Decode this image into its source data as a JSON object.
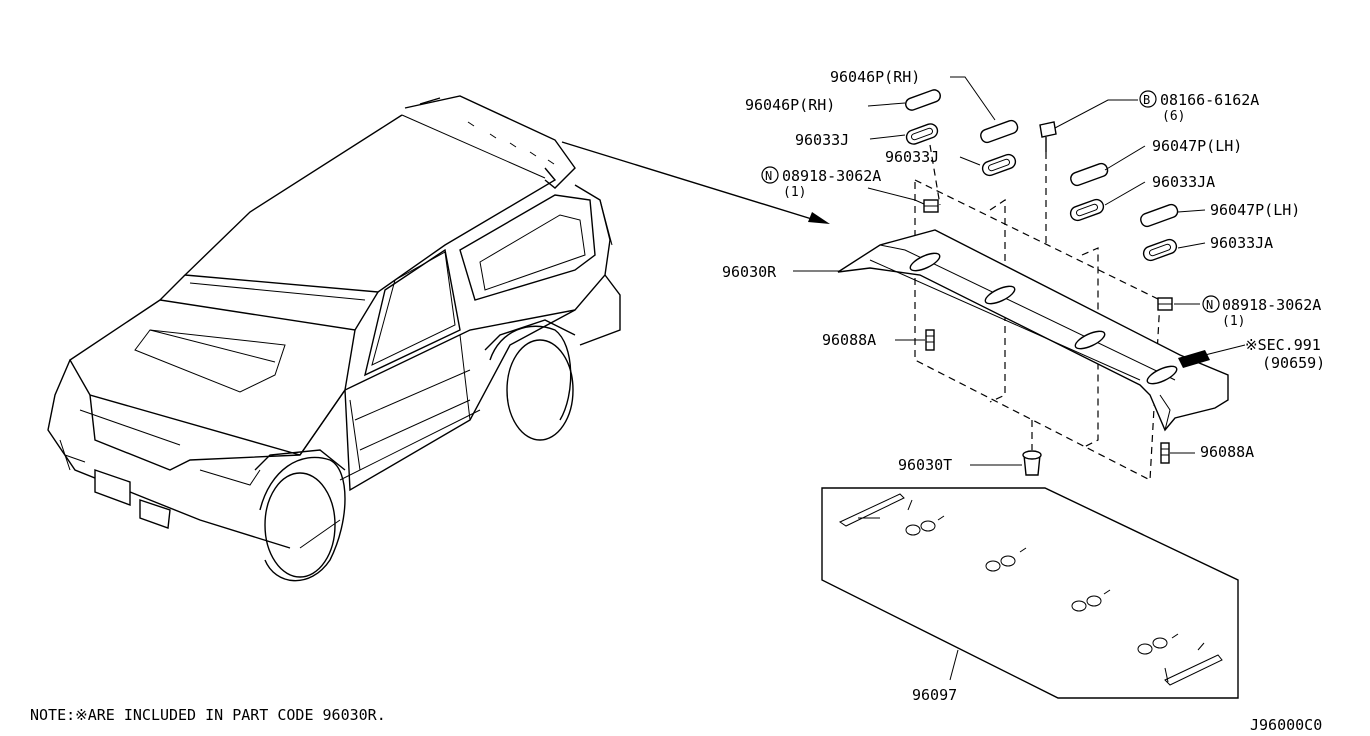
{
  "parts": {
    "p96046p_rh_upper": "96046P(RH)",
    "p96046p_rh_lower": "96046P(RH)",
    "p96033j_upper": "96033J",
    "p96033j_lower": "96033J",
    "bolt_code": "08166-6162A",
    "bolt_qty": "(6)",
    "bolt_prefix": "B",
    "p96047p_lh_upper": "96047P(LH)",
    "p96047p_lh_lower": "96047P(LH)",
    "p96033ja_upper": "96033JA",
    "p96033ja_lower": "96033JA",
    "nut_left_code": "08918-3062A",
    "nut_left_qty": "(1)",
    "nut_right_code": "08918-3062A",
    "nut_right_qty": "(1)",
    "nut_prefix": "N",
    "p96030r": "96030R",
    "p96088a_left": "96088A",
    "p96088a_right": "96088A",
    "sec_ref": "※SEC.991",
    "sec_sub": "(90659)",
    "p96030t": "96030T",
    "p96097": "96097"
  },
  "note": "NOTE:※ARE INCLUDED IN PART CODE 96030R.",
  "diagram_code": "J96000C0"
}
